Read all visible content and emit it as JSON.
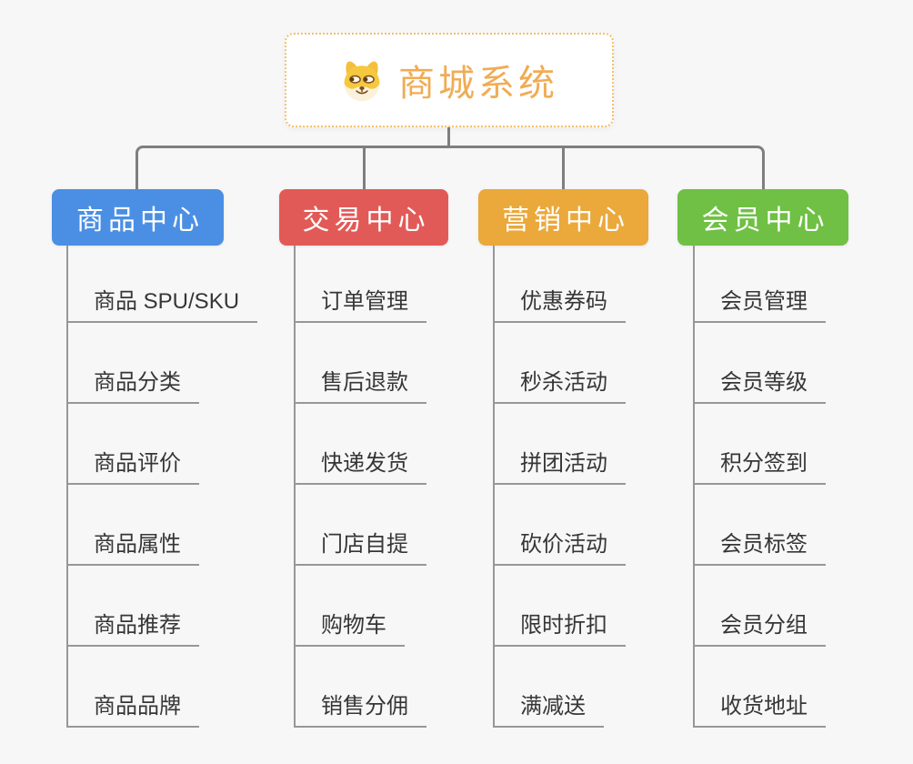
{
  "canvas": {
    "background": "#f7f7f7",
    "connector_color": "#7f7f7f",
    "child_line_color": "#979797",
    "child_text_color": "#363636"
  },
  "root": {
    "title": "商城系统",
    "title_color": "#f0ac54",
    "border_color": "#f3c06b",
    "icon": "doge-icon"
  },
  "branches": [
    {
      "label": "商品中心",
      "color": "#4a8fe4",
      "children": [
        "商品 SPU/SKU",
        "商品分类",
        "商品评价",
        "商品属性",
        "商品推荐",
        "商品品牌"
      ]
    },
    {
      "label": "交易中心",
      "color": "#e25a57",
      "children": [
        "订单管理",
        "售后退款",
        "快递发货",
        "门店自提",
        "购物车",
        "销售分佣"
      ]
    },
    {
      "label": "营销中心",
      "color": "#eba83b",
      "children": [
        "优惠券码",
        "秒杀活动",
        "拼团活动",
        "砍价活动",
        "限时折扣",
        "满减送"
      ]
    },
    {
      "label": "会员中心",
      "color": "#6fc044",
      "children": [
        "会员管理",
        "会员等级",
        "积分签到",
        "会员标签",
        "会员分组",
        "收货地址"
      ]
    }
  ]
}
